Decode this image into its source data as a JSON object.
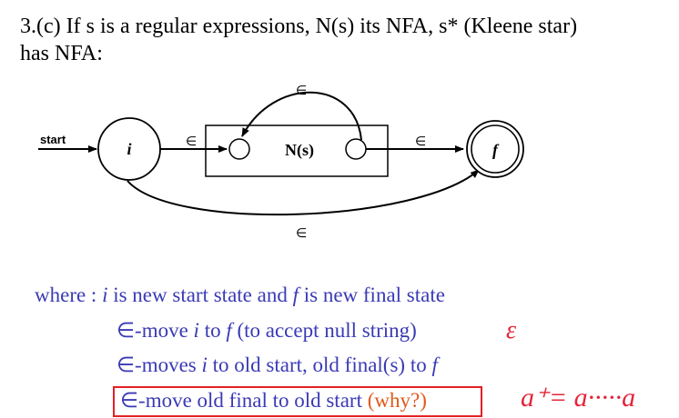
{
  "title": {
    "line1": "3.(c) If s is a regular expressions, N(s) its NFA,  s* (Kleene star)",
    "line2": "has NFA:"
  },
  "diagram": {
    "start_label": "start",
    "state_i": "i",
    "state_f": "f",
    "inner_label": "N(s)",
    "epsilon": "∈"
  },
  "notes": {
    "where_prefix": "where :",
    "where_i": "i",
    "where_mid": "is new start state and",
    "where_f": "f",
    "where_suffix": "is new final state",
    "item1_a": "∈-move",
    "item1_i": "i",
    "item1_b": "to",
    "item1_f": "f",
    "item1_c": "(to accept null string)",
    "item2_a": "∈-moves",
    "item2_i": "i",
    "item2_b": "to old start, old final(s) to",
    "item2_f": "f",
    "item3_a": "∈-move old final to old start",
    "item3_why": "(why?)"
  },
  "annotations": {
    "epsilon": "ε",
    "a_plus": "a⁺= a·····a"
  },
  "colors": {
    "notes": "#3a3ab5",
    "box": "#e32024",
    "why": "#e05a1a",
    "handwriting": "#e5243b"
  }
}
